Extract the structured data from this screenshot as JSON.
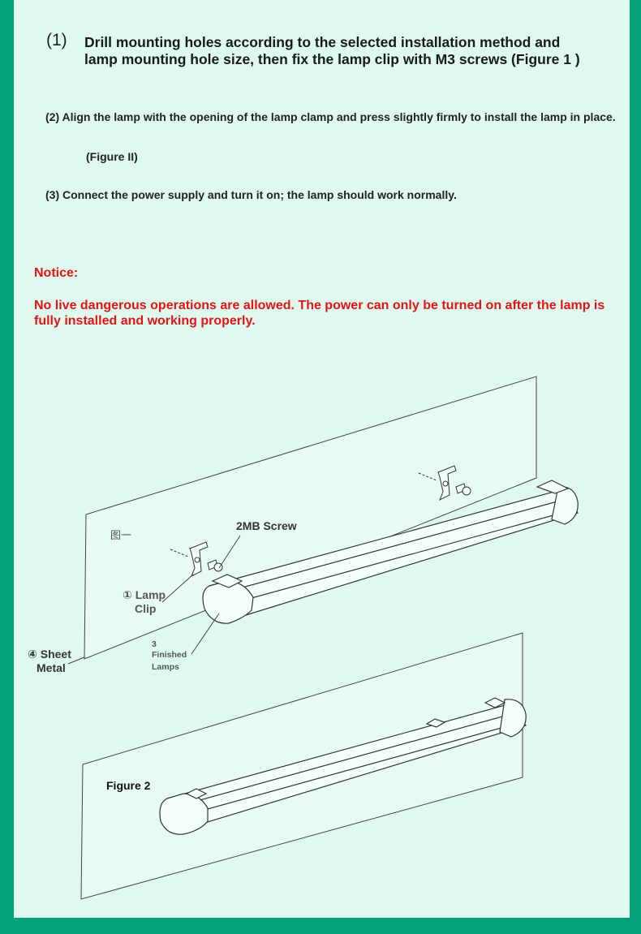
{
  "step1": {
    "number": "(1)",
    "text": "Drill mounting holes according to the selected installation method and lamp mounting hole size, then fix the lamp clip with M3 screws (Figure 1 )"
  },
  "step2": {
    "text": "(2) Align the lamp with the opening of the lamp clamp and press slightly firmly to install the lamp in place."
  },
  "figure2_caption": "(Figure II)",
  "step3": {
    "text": "(3) Connect the power supply and turn it on; the lamp should work normally."
  },
  "notice": {
    "title": "Notice:",
    "text": "No live dangerous operations are allowed. The power can only be turned on after the lamp is fully installed and working properly."
  },
  "figure1": {
    "tag": "图一",
    "screw_label": "2MB Screw",
    "clip_label_line1": "① Lamp",
    "clip_label_line2": "Clip",
    "lamps_label_line1": "3",
    "lamps_label_line2": "Finished",
    "lamps_label_line3": "Lamps",
    "sheet_label_line1": "④ Sheet",
    "sheet_label_line2": "Metal"
  },
  "figure2": {
    "label": "Figure 2"
  },
  "colors": {
    "background": "#dff9ef",
    "border": "#04a07a",
    "notice": "#e11515"
  }
}
